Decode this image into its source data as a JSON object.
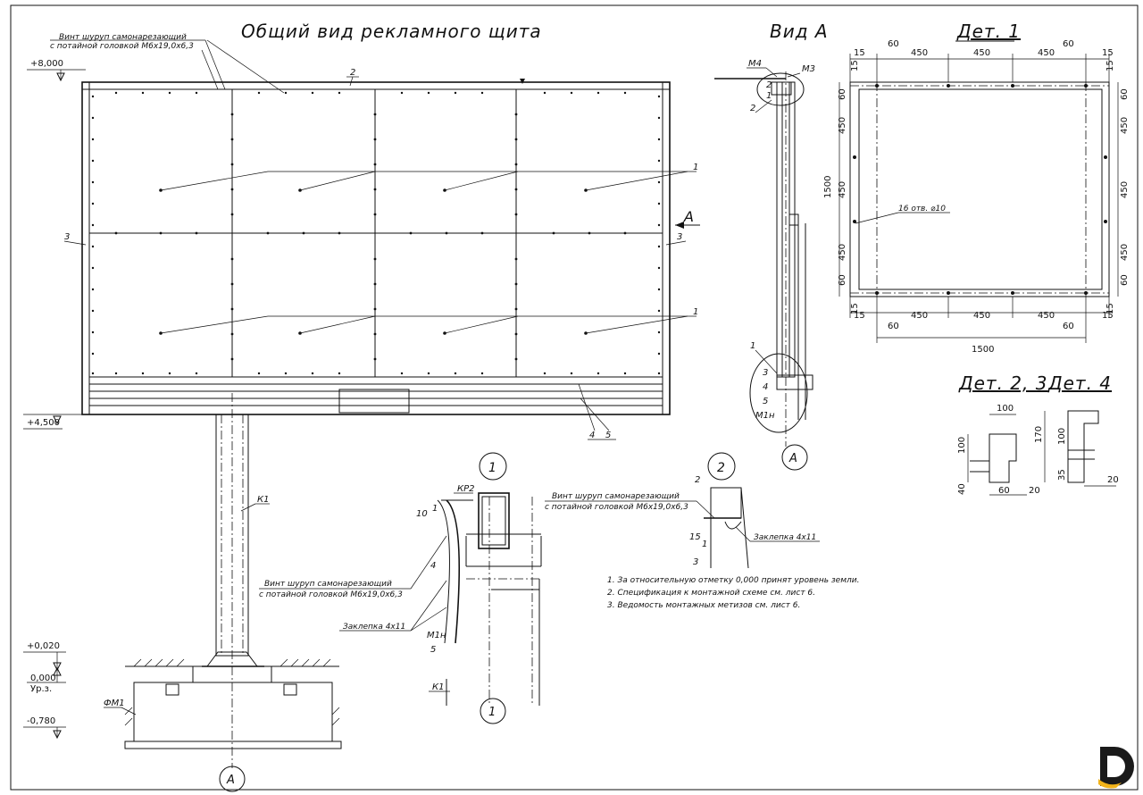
{
  "titles": {
    "general_view": "Общий вид рекламного щита",
    "view_a": "Вид А",
    "det1": "Дет. 1",
    "det23": "Дет. 2, 3",
    "det4": "Дет. 4"
  },
  "elevations": {
    "top": "+8,000",
    "bottom_panel": "+4,500",
    "plinth": "+0,020",
    "ground": "0,000",
    "ground_label": "Ур.з.",
    "foundation": "-0,780"
  },
  "screw_note": {
    "line1": "Винт шуруп самонарезающий",
    "line2": "с потайной головкой М6х19,0х6,3"
  },
  "rivet_note": "Заклепка 4х11",
  "positions": {
    "p1": "1",
    "p2": "2",
    "p3": "3",
    "p4": "4",
    "p5": "5",
    "k1": "К1",
    "kp2": "КР2",
    "m1n": "М1н",
    "m3": "М3",
    "m4": "М4",
    "fm1": "ФМ1",
    "a": "А",
    "ten": "10",
    "fifteen": "15"
  },
  "callouts": {
    "c1": "1",
    "c2": "2",
    "section": "А"
  },
  "det1": {
    "d15": "15",
    "d60": "60",
    "d450": "450",
    "d1500": "1500",
    "holes": "16 отв. ⌀10"
  },
  "det23": {
    "d100": "100",
    "d40": "40",
    "d60": "60",
    "d20": "20"
  },
  "det4": {
    "d100": "100",
    "d170": "170",
    "d35": "35",
    "d20": "20"
  },
  "notes": [
    "1.  За относительную отметку 0,000 принят уровень земли.",
    "2.  Спецификация к монтажной схеме см. лист 6.",
    "3.  Ведомость монтажных метизов см. лист 6."
  ],
  "colors": {
    "ink": "#111111",
    "logo_dark": "#1a1a1a",
    "logo_accent": "#f2b31b"
  }
}
